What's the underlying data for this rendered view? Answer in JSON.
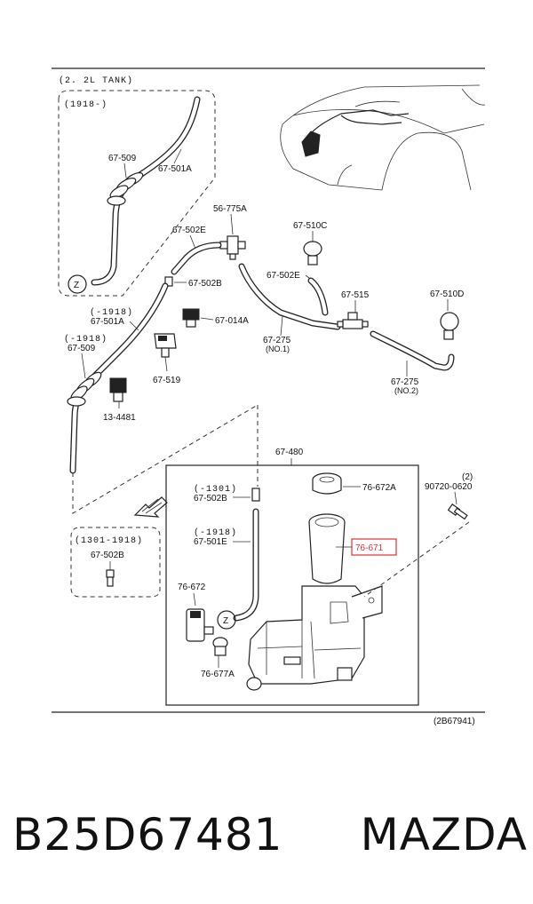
{
  "diagram": {
    "header": "(2. 2L  TANK)",
    "range_1918": "(1918-)",
    "range_1301_1918": "(1301-1918)",
    "footer_code": "(2B67941)",
    "labels": {
      "l67509a": "67-509",
      "l67501a": "67-501A",
      "l56775a": "56-775A",
      "l67502e_top": "67-502E",
      "l67502b": "67-502B",
      "l67510c": "67-510C",
      "l67502e_mid": "67-502E",
      "l67515": "67-515",
      "l67510d": "67-510D",
      "l67014a": "67-014A",
      "l67275_1": "67-275",
      "l67275_1_sub": "(NO.1)",
      "l1918_a": "(-1918)",
      "l67501a_b": "67-501A",
      "l1918_b": "(-1918)",
      "l67509b": "67-509",
      "l67519": "67-519",
      "l67275_2": "67-275",
      "l67275_2_sub": "(NO.2)",
      "l134481": "13-4481",
      "l67480": "67-480",
      "l1301": "(-1301)",
      "l67502b_in": "67-502B",
      "l76672a": "76-672A",
      "l90720_q": "(2)",
      "l90720": "90720-0620",
      "l1918_c": "(-1918)",
      "l67501e": "67-501E",
      "l76671": "76-671",
      "l67502b_box": "67-502B",
      "l76672": "76-672",
      "l76677a": "76-677A",
      "z1": "Z",
      "z2": "Z"
    }
  },
  "caption": {
    "part_number": "B25D67481",
    "brand": "MAZDA"
  },
  "colors": {
    "line": "#222222",
    "highlight": "#dd3333"
  }
}
